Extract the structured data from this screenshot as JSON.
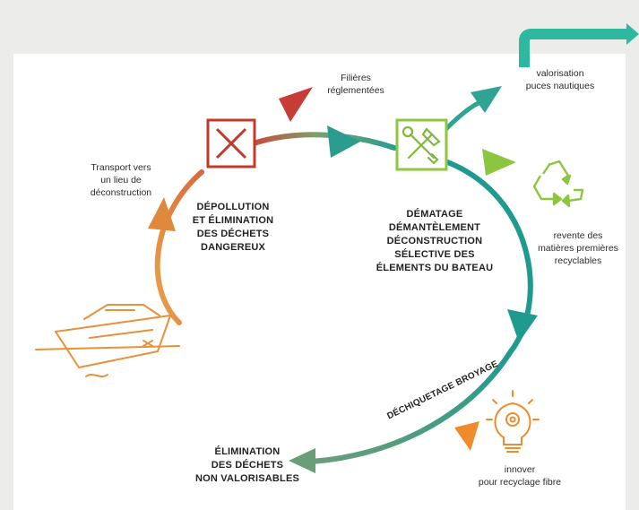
{
  "labels": {
    "filieres": "Filières\nréglementées",
    "valorisation": "valorisation\npuces nautiques",
    "transport": "Transport vers\nun lieu de\ndéconstruction",
    "depollution": "DÉPOLLUTION\nET ÉLIMINATION\nDES DÉCHETS\nDANGEREUX",
    "dematage": "DÉMATAGE\nDÉMANTÈLEMENT\nDÉCONSTRUCTION\nSÉLECTIVE DES\nÉLEMENTS DU BATEAU",
    "revente": "revente des\nmatières premières\nrecyclables",
    "dechiquetage": "DÉCHIQUETAGE BROYAGE",
    "elimination": "ÉLIMINATION\nDES DÉCHETS\nNON VALORISABLES",
    "innover": "innover\npour recyclage fibre"
  },
  "icons": {
    "cross": "cross-box-icon",
    "tools": "hammer-wrench-icon",
    "recycle": "recycle-icon",
    "bulb": "lightbulb-gear-icon",
    "boat": "boat-icon"
  },
  "colors": {
    "orange": "#e8913a",
    "red": "#c43a34",
    "green": "#8dc63f",
    "teal": "#2a9d8f",
    "sage": "#6a9e78",
    "text": "#2b2b2b"
  }
}
